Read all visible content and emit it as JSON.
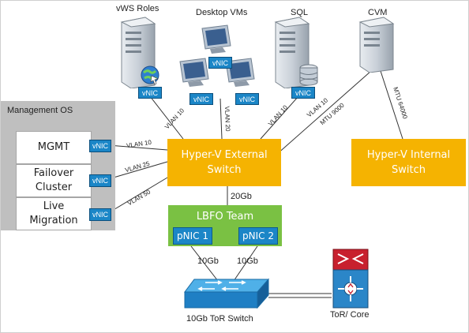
{
  "nodes": {
    "vws_roles": "vWS Roles",
    "desktop_vms": "Desktop VMs",
    "sql": "SQL",
    "cvm": "CVM",
    "management_os": "Management OS",
    "mgmt": "MGMT",
    "failover": [
      "Failover",
      "Cluster"
    ],
    "live_migration": [
      "Live",
      "Migration"
    ],
    "ext_switch": [
      "Hyper-V External",
      "Switch"
    ],
    "int_switch": [
      "Hyper-V Internal",
      "Switch"
    ],
    "lbfo": "LBFO Team",
    "pnic1": "pNIC 1",
    "pnic2": "pNIC 2",
    "tor_switch": "10Gb ToR Switch",
    "tor_core": "ToR/ Core",
    "vnic": "vNIC"
  },
  "edges": {
    "vlan10_vws": "VLAN 10",
    "vlan20_desktop": "VLAN 20",
    "vlan10_sql": "VLAN 10",
    "vlan10_cvm": "VLAN 10",
    "mtu9000": "MTU 9000",
    "mtu64000": "MTU 64000",
    "vlan10_mgmt": "VLAN 10",
    "vlan25": "VLAN 25",
    "vlan50": "VLAN 50",
    "link_20gb": "20Gb",
    "link_10gb_1": "10Gb",
    "link_10gb_2": "10Gb"
  },
  "colors": {
    "orange": "#f5b301",
    "green": "#7ac143",
    "nic_blue": "#1b86c7",
    "panel_gray": "#bfbfbf",
    "router_red": "#d02030"
  }
}
